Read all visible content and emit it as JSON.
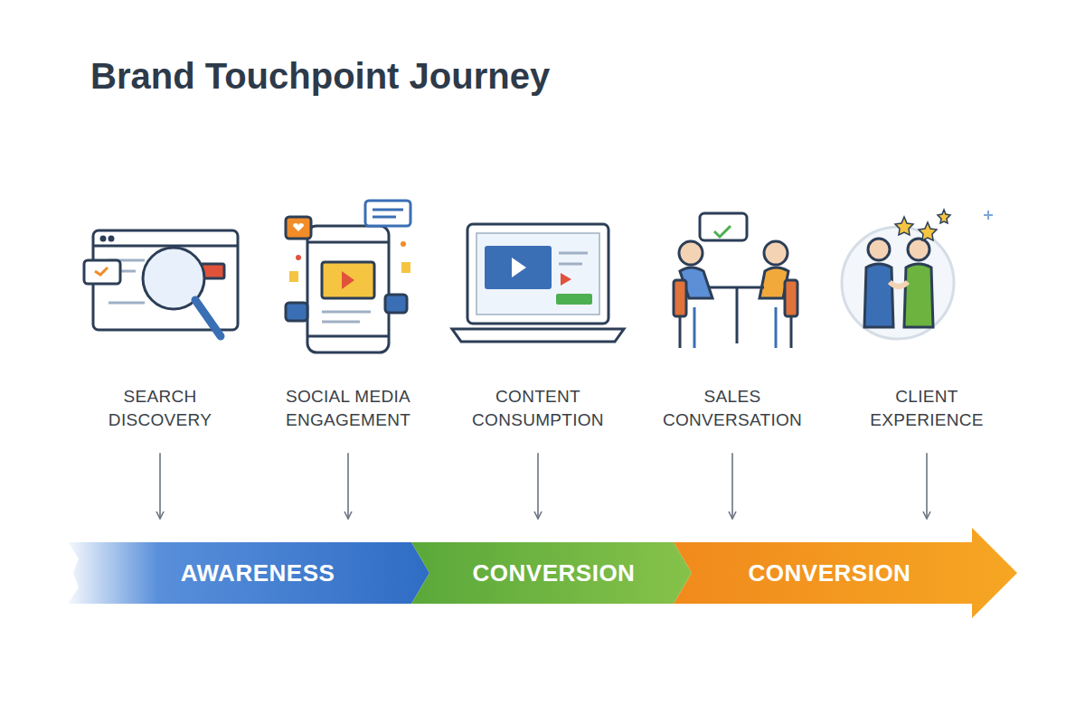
{
  "diagram": {
    "title": "Brand Touchpoint Journey",
    "nodes": [
      {
        "text": [
          "SEARCH DISCOVERY"
        ]
      },
      {
        "text": [
          "SOCIAL MEDIA ENGAGEMENT"
        ]
      },
      {
        "text": [
          "CONTENT CONSUMPTION"
        ]
      },
      {
        "text": [
          "SALES CONVERSATION"
        ]
      },
      {
        "text": [
          "CLIENT EXPERIENCE"
        ]
      },
      {
        "text": [
          "AWARENESS"
        ]
      },
      {
        "text": [
          "CONVERSION"
        ]
      },
      {
        "text": [
          "CONVERSION"
        ]
      }
    ],
    "edges": [
      {
        "from": 0,
        "to": 5,
        "arrow": "to"
      },
      {
        "from": 1,
        "to": 5,
        "arrow": "to"
      },
      {
        "from": 2,
        "to": 6,
        "arrow": "to"
      },
      {
        "from": 3,
        "to": 7,
        "arrow": "to"
      },
      {
        "from": 4,
        "to": 7,
        "arrow": "to"
      }
    ]
  }
}
